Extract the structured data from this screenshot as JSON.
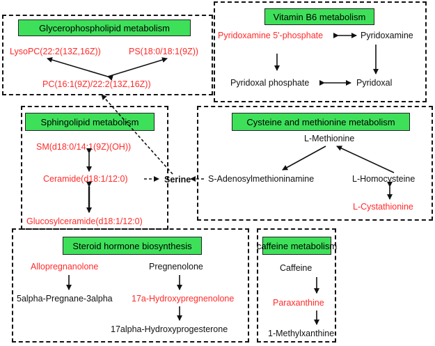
{
  "glycerophospholipid": {
    "title": "Glycerophospholipid metabolism",
    "lysopc": "LysoPC(22:2(13Z,16Z))",
    "ps": "PS(18:0/18:1(9Z))",
    "pc": "PC(16:1(9Z)/22:2(13Z,16Z))"
  },
  "vitamin_b6": {
    "title": "Vitamin B6 metabolism",
    "pyridoxamine_phosphate": "Pyridoxamine 5'-phosphate",
    "pyridoxamine": "Pyridoxamine",
    "pyridoxal_phosphate": "Pyridoxal phosphate",
    "pyridoxal": "Pyridoxal"
  },
  "sphingolipid": {
    "title": "Sphingolipid metabolism",
    "sm": "SM(d18:0/14:1(9Z)(OH))",
    "ceramide": "Ceramide(d18:1/12:0)",
    "glucosylceramide": "Glucosylceramide(d18:1/12:0)",
    "serine": "Serine"
  },
  "cysteine_methionine": {
    "title": "Cysteine and methionine metabolism",
    "methionine": "L-Methionine",
    "sam": "S-Adenosylmethioninamine",
    "homocysteine": "L-Homocysteine",
    "cystathionine": "L-Cystathionine"
  },
  "steroid": {
    "title": "Steroid hormone biosynthesis",
    "allopregnanolone": "Allopregnanolone",
    "pregnenolone": "Pregnenolone",
    "pregnane": "5alpha-Pregnane-3alpha",
    "hydroxypregnenolone": "17a-Hydroxypregnenolone",
    "hydroxyprogesterone": "17alpha-Hydroxyprogesterone"
  },
  "caffeine": {
    "title": "caffeine metabolism",
    "caffeine": "Caffeine",
    "paraxanthine": "Paraxanthine",
    "methylxanthine": "1-Methylxanthine"
  },
  "colors": {
    "title_bg": "#3ee05a",
    "highlight": "#ff2a2a",
    "normal": "#111111"
  }
}
